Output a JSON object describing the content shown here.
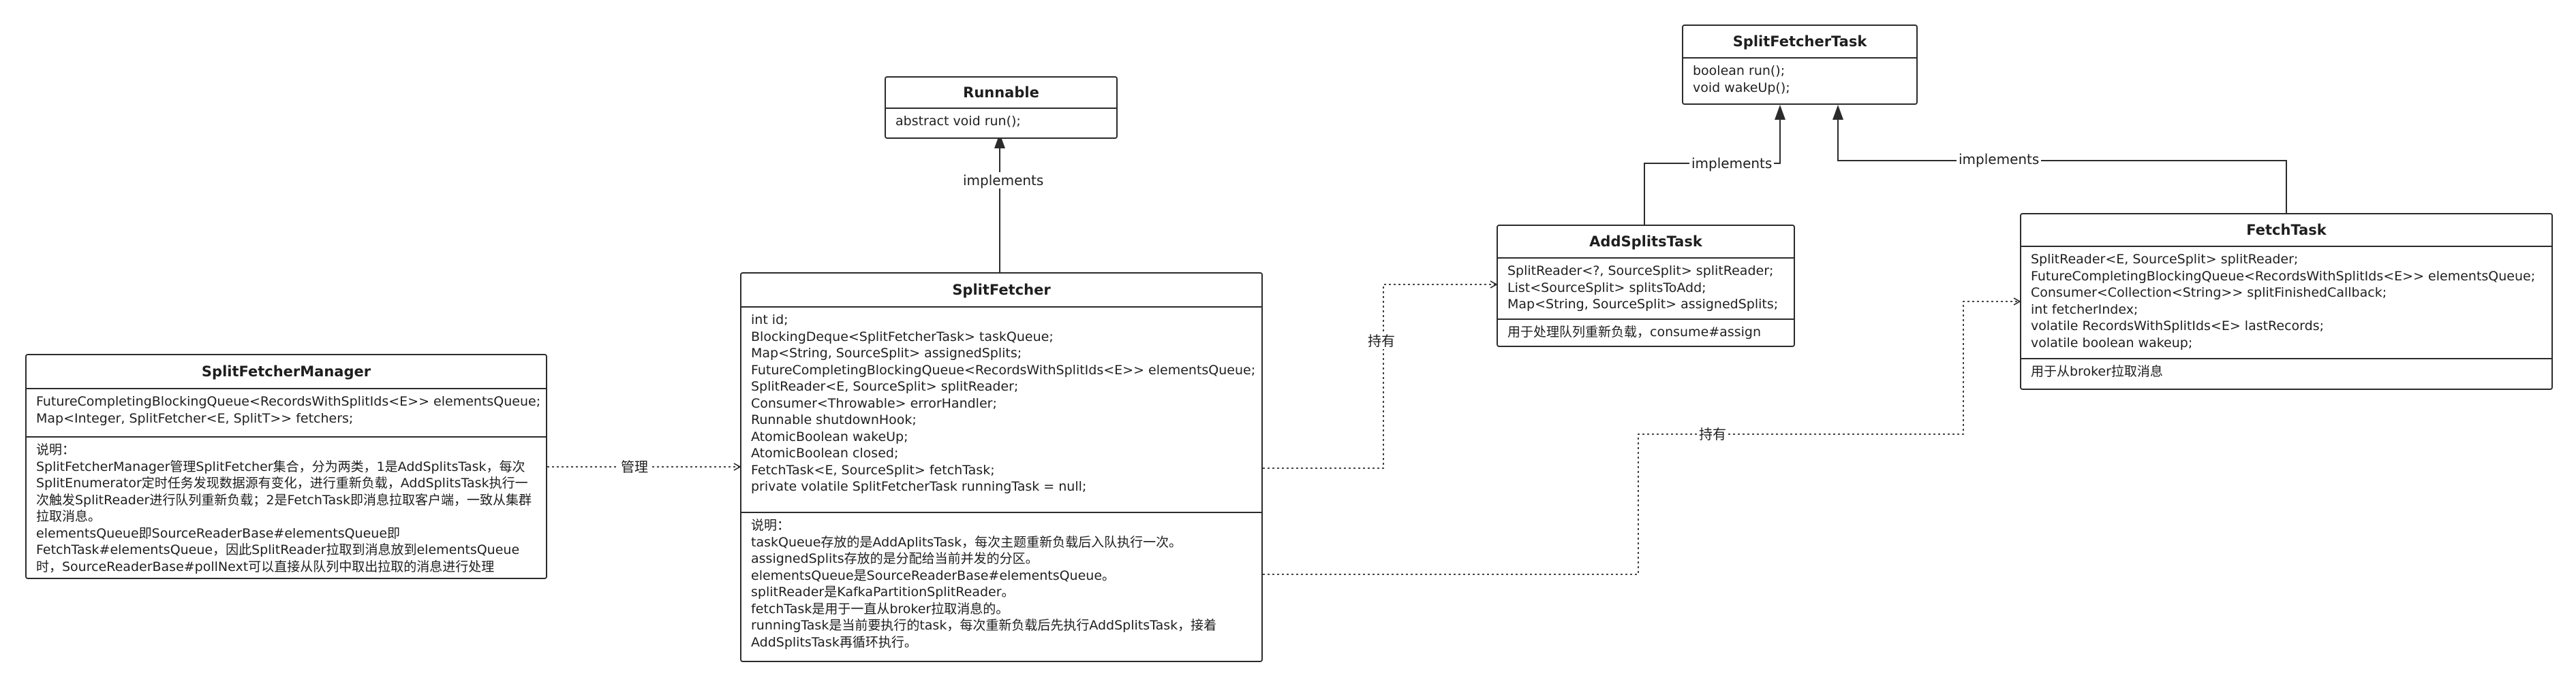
{
  "classes": {
    "manager": {
      "name": "SplitFetcherManager",
      "fields": [
        "FutureCompletingBlockingQueue<RecordsWithSplitIds<E>> elementsQueue;",
        "Map<Integer, SplitFetcher<E, SplitT>> fetchers;"
      ],
      "notes": [
        "说明：",
        "SplitFetcherManager管理SplitFetcher集合，分为两类，1是AddSplitsTask，每次",
        "SplitEnumerator定时任务发现数据源有变化，进行重新负载，AddSplitsTask执行一",
        "次触发SplitReader进行队列重新负载；2是FetchTask即消息拉取客户端，一致从集群",
        "拉取消息。",
        "elementsQueue即SourceReaderBase#elementsQueue即",
        "FetchTask#elementsQueue，因此SplitReader拉取到消息放到elementsQueue",
        "时，SourceReaderBase#pollNext可以直接从队列中取出拉取的消息进行处理"
      ]
    },
    "runnable": {
      "name": "Runnable",
      "methods": [
        "abstract void run();"
      ]
    },
    "fetcher": {
      "name": "SplitFetcher",
      "fields": [
        "int id;",
        "BlockingDeque<SplitFetcherTask> taskQueue;",
        "Map<String, SourceSplit> assignedSplits;",
        "FutureCompletingBlockingQueue<RecordsWithSplitIds<E>> elementsQueue;",
        "SplitReader<E, SourceSplit> splitReader;",
        "Consumer<Throwable> errorHandler;",
        "Runnable shutdownHook;",
        "AtomicBoolean wakeUp;",
        "AtomicBoolean closed;",
        "FetchTask<E, SourceSplit> fetchTask;",
        "private volatile SplitFetcherTask runningTask = null;"
      ],
      "notes": [
        "说明：",
        "taskQueue存放的是AddAplitsTask，每次主题重新负载后入队执行一次。",
        "assignedSplits存放的是分配给当前并发的分区。",
        "elementsQueue是SourceReaderBase#elementsQueue。",
        "splitReader是KafkaPartitionSplitReader。",
        "fetchTask是用于一直从broker拉取消息的。",
        "runningTask是当前要执行的task，每次重新负载后先执行AddSplitsTask，接着",
        "AddSplitsTask再循环执行。"
      ]
    },
    "task": {
      "name": "SplitFetcherTask",
      "methods": [
        "boolean run();",
        "void wakeUp();"
      ]
    },
    "add": {
      "name": "AddSplitsTask",
      "fields": [
        "SplitReader<?, SourceSplit> splitReader;",
        "List<SourceSplit> splitsToAdd;",
        "Map<String, SourceSplit> assignedSplits;"
      ],
      "notes": [
        "用于处理队列重新负载，consume#assign"
      ]
    },
    "fetch": {
      "name": "FetchTask",
      "fields": [
        "SplitReader<E, SourceSplit> splitReader;",
        "FutureCompletingBlockingQueue<RecordsWithSplitIds<E>> elementsQueue;",
        "Consumer<Collection<String>> splitFinishedCallback;",
        "int fetcherIndex;",
        "volatile RecordsWithSplitIds<E> lastRecords;",
        "volatile boolean wakeup;"
      ],
      "notes": [
        "用于从broker拉取消息"
      ]
    }
  },
  "relations": {
    "implements_runnable": "implements",
    "implements_add": "implements",
    "implements_fetch": "implements",
    "manages": "管理",
    "holds_add": "持有",
    "holds_fetch": "持有"
  }
}
